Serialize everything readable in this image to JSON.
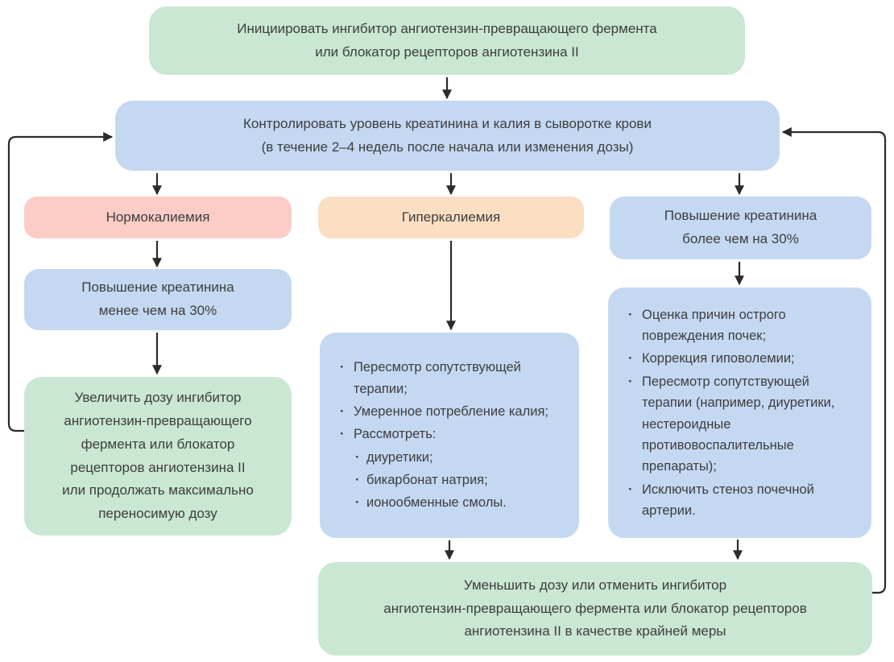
{
  "colors": {
    "green": "#c9e7d3",
    "blue": "#c5d8f2",
    "pink": "#fbcdc6",
    "orange": "#fadfc3",
    "text": "#3d3d3d",
    "arrow": "#2b2b2b",
    "background": "#ffffff"
  },
  "nodes": {
    "initiate": {
      "text": "Инициировать ингибитор ангиотензин-превращающего фермента\nили блокатор рецепторов ангиотензина II"
    },
    "monitor": {
      "text": "Контролировать уровень креатинина и калия в сыворотке крови\n(в течение 2–4 недель после начала или изменения дозы)"
    },
    "normokalemia": {
      "text": "Нормокалиемия"
    },
    "hyperkalemia": {
      "text": "Гиперкалиемия"
    },
    "creatinine_over_30": {
      "text": "Повышение креатинина\nболее чем на 30%"
    },
    "creatinine_under_30": {
      "text": "Повышение креатинина\nменее чем на 30%"
    },
    "increase_dose": {
      "text": "Увеличить дозу ингибитор\nангиотензин-превращающего\nфермента или блокатор\nрецепторов ангиотензина II\nили продолжать максимально\nпереносимую дозу"
    },
    "hyperkalemia_actions": {
      "items": [
        "Пересмотр сопутствующей терапии;",
        "Умеренное потребление калия;",
        "Рассмотреть:",
        "диуретики;",
        "бикарбонат натрия;",
        "ионообменные смолы."
      ]
    },
    "aki_actions": {
      "items": [
        "Оценка причин острого повреждения почек;",
        "Коррекция гиповолемии;",
        "Пересмотр сопутствующей терапии (например, диуретики, нестероидные противовоспалительные препараты);",
        "Исключить стеноз почечной артерии."
      ]
    },
    "reduce_dose": {
      "text": "Уменьшить дозу или отменить ингибитор\nангиотензин-превращающего фермента или блокатор рецепторов\nангиотензина II в качестве крайней меры"
    }
  }
}
